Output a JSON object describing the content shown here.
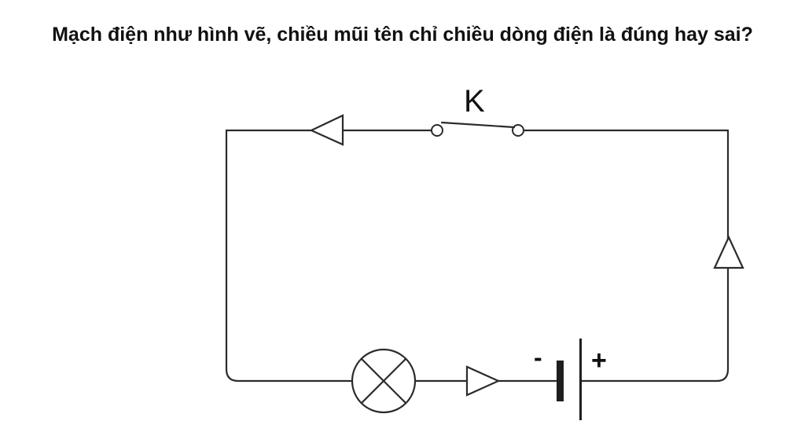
{
  "question": "Mạch điện như hình vẽ, chiều mũi tên chỉ chiều dòng điện là đúng hay sai?",
  "circuit": {
    "switch_label": "K",
    "battery_negative_label": "-",
    "battery_positive_label": "+",
    "components": [
      "switch",
      "lamp",
      "battery"
    ],
    "arrow_directions": {
      "top_wire": "left",
      "right_wire": "up",
      "bottom_wire": "right"
    },
    "switch_state": "open"
  }
}
